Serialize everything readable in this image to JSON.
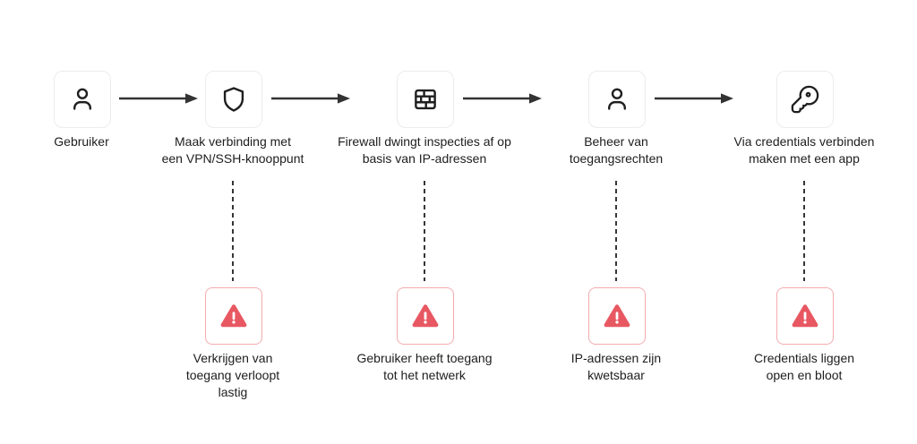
{
  "palette": {
    "background": "#ffffff",
    "box_border": "#ececec",
    "icon_stroke": "#1f1f1f",
    "arrow_color": "#333333",
    "dash_color": "#353535",
    "warning_border": "#f4abae",
    "warning_red": "#e85862",
    "text_color": "#1d1d1f"
  },
  "flow": {
    "steps": [
      {
        "icon": "user-icon",
        "label": "Gebruiker"
      },
      {
        "icon": "shield-icon",
        "label": "Maak verbinding met\neen VPN/SSH-knooppunt"
      },
      {
        "icon": "firewall-icon",
        "label": "Firewall dwingt inspecties af op\nbasis van IP-adressen"
      },
      {
        "icon": "user-icon",
        "label": "Beheer van\ntoegangsrechten"
      },
      {
        "icon": "key-icon",
        "label": "Via credentials verbinden\nmaken met een app"
      }
    ],
    "warnings": [
      {
        "icon": "warning-icon",
        "label": "Verkrijgen van\ntoegang verloopt\nlastig"
      },
      {
        "icon": "warning-icon",
        "label": "Gebruiker heeft toegang\ntot het netwerk"
      },
      {
        "icon": "warning-icon",
        "label": "IP-adressen zijn\nkwetsbaar"
      },
      {
        "icon": "warning-icon",
        "label": "Credentials liggen\nopen en bloot"
      }
    ]
  }
}
